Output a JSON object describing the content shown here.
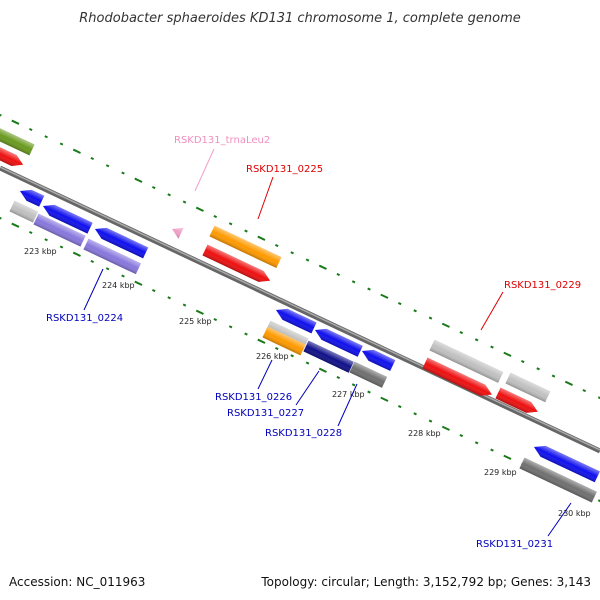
{
  "title": "Rhodobacter sphaeroides KD131 chromosome 1, complete genome",
  "footer": {
    "accession": "Accession: NC_011963",
    "topology": "Topology: circular; Length: 3,152,792 bp; Genes: 3,143"
  },
  "ticks": [
    "223 kbp",
    "224 kbp",
    "225 kbp",
    "226 kbp",
    "227 kbp",
    "228 kbp",
    "229 kbp",
    "230 kbp"
  ],
  "gene_labels": [
    {
      "text": "RSKD131_trnaLeu2",
      "color": "#f090c0"
    },
    {
      "text": "RSKD131_0225",
      "color": "#dd0000"
    },
    {
      "text": "RSKD131_0229",
      "color": "#dd0000"
    },
    {
      "text": "RSKD131_0224",
      "color": "#0000bb"
    },
    {
      "text": "RSKD131_0226",
      "color": "#0000bb"
    },
    {
      "text": "RSKD131_0227",
      "color": "#0000bb"
    },
    {
      "text": "RSKD131_0228",
      "color": "#0000bb"
    },
    {
      "text": "RSKD131_0231",
      "color": "#0000bb"
    }
  ],
  "colors": {
    "backbone": "#888888",
    "gc_dots": "#1a7a1a",
    "forward_cds": "#1010ee",
    "reverse_cds": "#ee1010",
    "trna": "#f0a0c8",
    "orange_feature": "#ff9a00",
    "grey_feature": "#c0c0c0",
    "dark_grey_feature": "#707070",
    "lavender_feature": "#8877dd",
    "navy_feature": "#10108a",
    "olive_feature": "#6a9a20"
  }
}
